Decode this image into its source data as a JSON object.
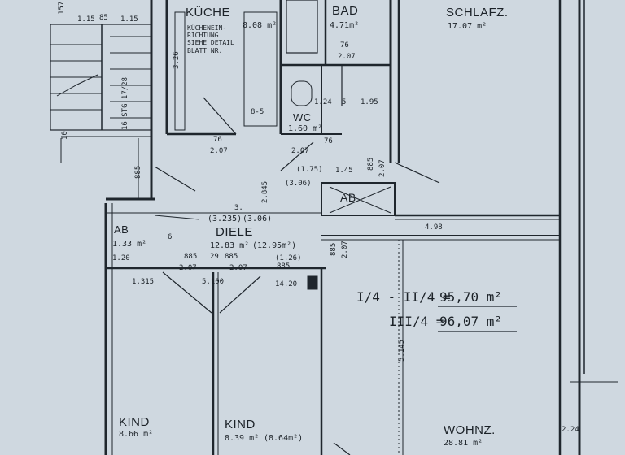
{
  "rooms": {
    "kueche": {
      "name": "KÜCHE",
      "area": "8.08 m²",
      "note": "KÜCHENEIN-\nRICHTUNG\nSIEHE DETAIL\nBLATT NR."
    },
    "bad": {
      "name": "BAD",
      "area": "4.71m²"
    },
    "schlafz": {
      "name": "SCHLAFZ.",
      "area": "17.07 m²"
    },
    "wc": {
      "name": "WC",
      "area": "1.60 m²"
    },
    "ab_upper": {
      "name": "AB"
    },
    "ab_left": {
      "name": "AB",
      "area": "1.33 m²"
    },
    "diele": {
      "name": "DIELE",
      "area": "12.83 m²",
      "area_alt": "(12.95m²)",
      "sub": "(3.235)",
      "sub2": "(3.06)"
    },
    "kind1": {
      "name": "KIND",
      "area": "8.66 m²"
    },
    "kind2": {
      "name": "KIND",
      "area": "8.39 m²",
      "area_alt": "(8.64m²)"
    },
    "wohnz": {
      "name": "WOHNZ.",
      "area": "28.81 m²"
    }
  },
  "totals": [
    {
      "label": "I/4 - II/4 =",
      "value": "95,70 m²"
    },
    {
      "label": "III/4 =",
      "value": "96,07 m²"
    }
  ],
  "dims": {
    "d157": "157",
    "d115a": "1.15",
    "d85": "85",
    "d115b": "1.15",
    "d326": "3.26",
    "stair_note": "16 STG 17/28",
    "d76a": "76",
    "d207a": "2.07",
    "d85b": "8-5",
    "d76b": "76",
    "d207b": "2.07",
    "d76c": "76",
    "d207c": "2.07",
    "d124": "1.24",
    "d195": "1.95",
    "d5": "5",
    "d885a": "885",
    "d207d": "2.07",
    "d175": "(1.75)",
    "d145": "1.45",
    "d306": "(3.06)",
    "d284": "2.845",
    "d3": "3.",
    "d885b": "885",
    "d207e": "2.07",
    "d126": "(1.26)",
    "d885c": "885",
    "d4985": "4.98",
    "d120": "1.20",
    "d885d": "885",
    "d885e": "885",
    "d207f": "2.07",
    "d207g": "2.07",
    "d29": "29",
    "d1315": "1.315",
    "d5100": "5.100",
    "d1420": "14.20",
    "d5145": "5.145",
    "d224": "2.24",
    "d10": "10",
    "d885f": "885",
    "d6": "6"
  }
}
